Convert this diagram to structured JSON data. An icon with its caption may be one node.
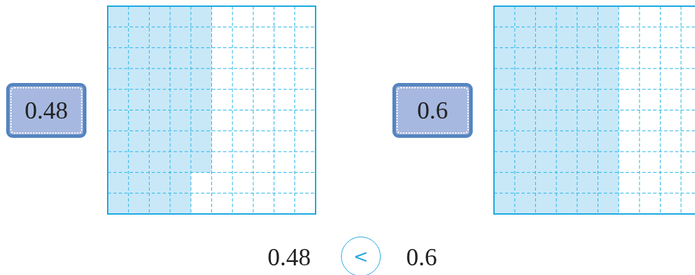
{
  "diagram": {
    "nodes": [
      {
        "text": [
          "0.48"
        ]
      },
      {
        "text": [
          "0.6"
        ]
      },
      {
        "text": [
          "<"
        ]
      }
    ],
    "labels": [
      "0.48",
      "0.6"
    ]
  }
}
